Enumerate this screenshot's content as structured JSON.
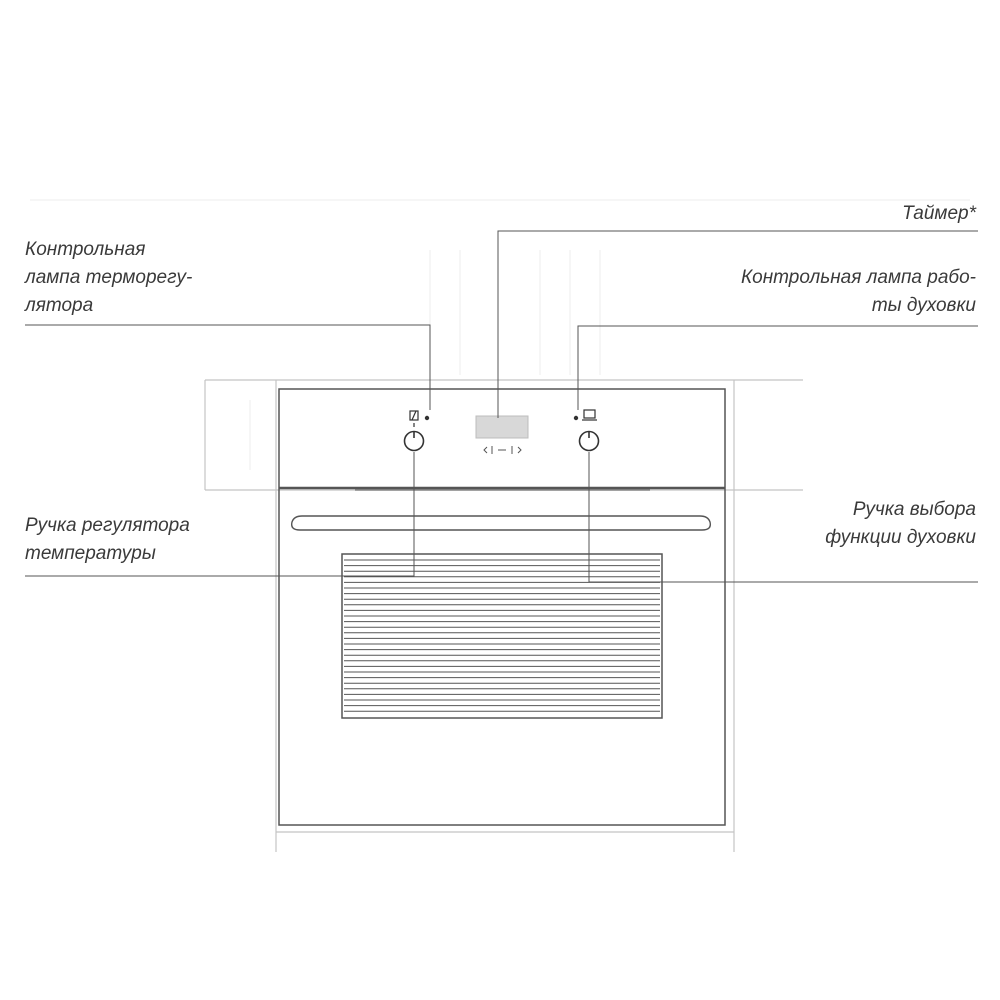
{
  "labels": {
    "thermostat_lamp": [
      "Контрольная",
      "лампа терморегу-",
      "лятора"
    ],
    "timer": [
      "Таймер*"
    ],
    "oven_lamp": [
      "Контрольная лампа рабо-",
      "ты духовки"
    ],
    "temperature_knob": [
      "Ручка регулятора",
      "температуры"
    ],
    "function_knob": [
      "Ручка выбора",
      "функции духовки"
    ]
  },
  "colors": {
    "line": "#555555",
    "light_line": "#bbbbbb",
    "text": "#3a3a3a",
    "display": "#d6d6d6"
  }
}
